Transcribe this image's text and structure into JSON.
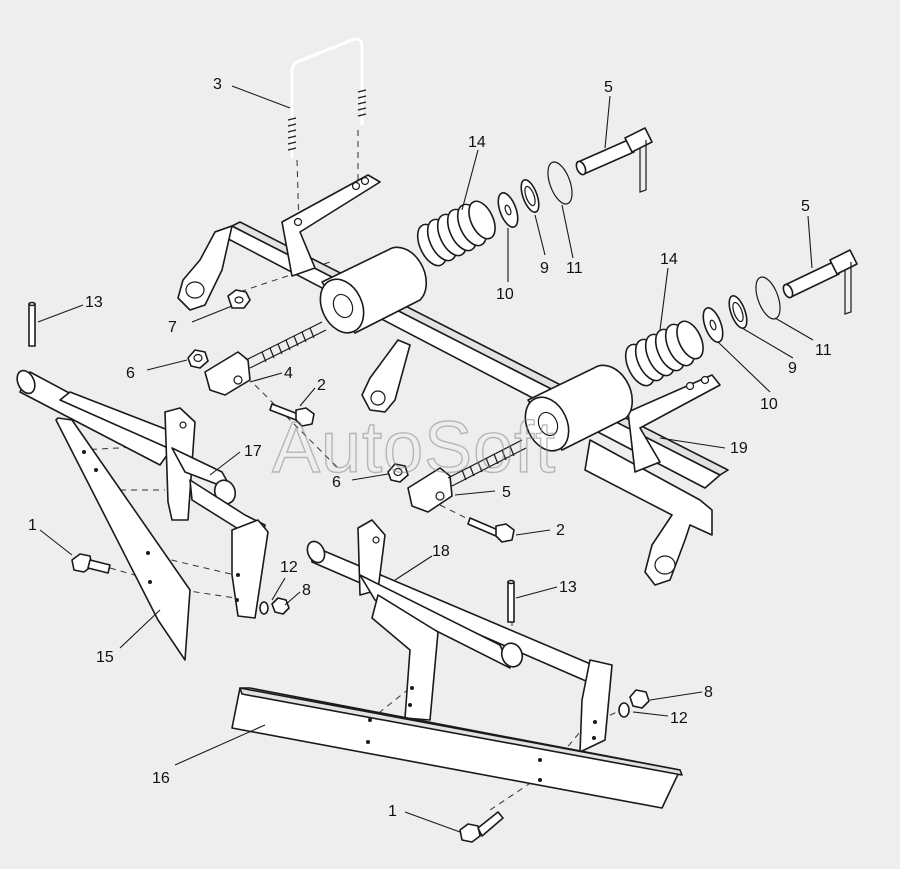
{
  "watermark": "AutoSoft",
  "callouts": [
    {
      "id": "c1a",
      "text": "1"
    },
    {
      "id": "c1b",
      "text": "1"
    },
    {
      "id": "c2a",
      "text": "2"
    },
    {
      "id": "c2b",
      "text": "2"
    },
    {
      "id": "c3",
      "text": "3"
    },
    {
      "id": "c4",
      "text": "4"
    },
    {
      "id": "c5a",
      "text": "5"
    },
    {
      "id": "c5b",
      "text": "5"
    },
    {
      "id": "c5c",
      "text": "5"
    },
    {
      "id": "c6a",
      "text": "6"
    },
    {
      "id": "c6b",
      "text": "6"
    },
    {
      "id": "c7",
      "text": "7"
    },
    {
      "id": "c8a",
      "text": "8"
    },
    {
      "id": "c8b",
      "text": "8"
    },
    {
      "id": "c9a",
      "text": "9"
    },
    {
      "id": "c9b",
      "text": "9"
    },
    {
      "id": "c10a",
      "text": "10"
    },
    {
      "id": "c10b",
      "text": "10"
    },
    {
      "id": "c11a",
      "text": "11"
    },
    {
      "id": "c11b",
      "text": "11"
    },
    {
      "id": "c12a",
      "text": "12"
    },
    {
      "id": "c12b",
      "text": "12"
    },
    {
      "id": "c13a",
      "text": "13"
    },
    {
      "id": "c13b",
      "text": "13"
    },
    {
      "id": "c14a",
      "text": "14"
    },
    {
      "id": "c14b",
      "text": "14"
    },
    {
      "id": "c15",
      "text": "15"
    },
    {
      "id": "c16",
      "text": "16"
    },
    {
      "id": "c17",
      "text": "17"
    },
    {
      "id": "c18",
      "text": "18"
    },
    {
      "id": "c19",
      "text": "19"
    }
  ]
}
